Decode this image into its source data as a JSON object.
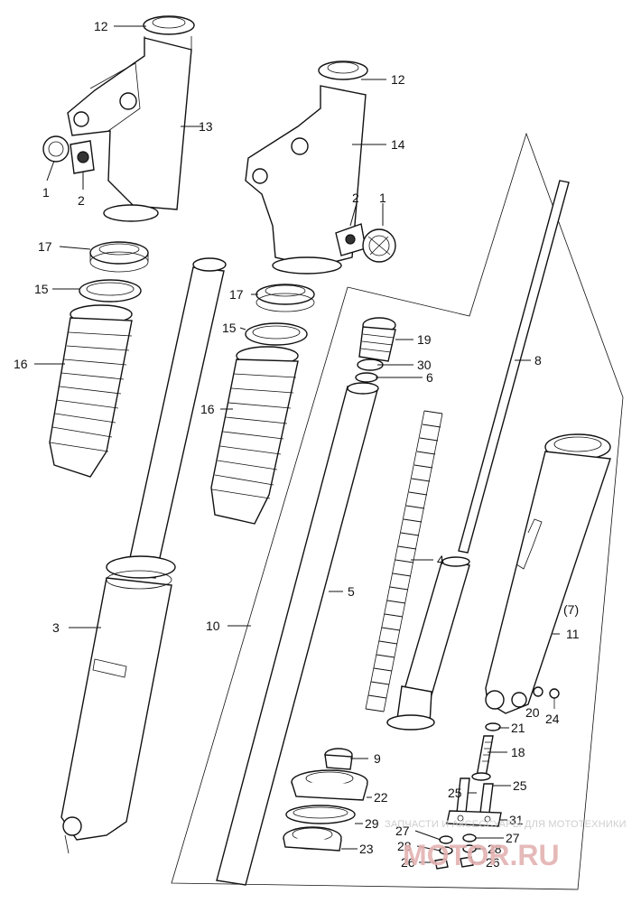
{
  "callouts": [
    {
      "id": "c12a",
      "text": "12"
    },
    {
      "id": "c13",
      "text": "13"
    },
    {
      "id": "c1a",
      "text": "1"
    },
    {
      "id": "c2a",
      "text": "2"
    },
    {
      "id": "c12b",
      "text": "12"
    },
    {
      "id": "c14",
      "text": "14"
    },
    {
      "id": "c2b",
      "text": "2"
    },
    {
      "id": "c1b",
      "text": "1"
    },
    {
      "id": "c17a",
      "text": "17"
    },
    {
      "id": "c15a",
      "text": "15"
    },
    {
      "id": "c16a",
      "text": "16"
    },
    {
      "id": "c17b",
      "text": "17"
    },
    {
      "id": "c15b",
      "text": "15"
    },
    {
      "id": "c16b",
      "text": "16"
    },
    {
      "id": "c19",
      "text": "19"
    },
    {
      "id": "c30",
      "text": "30"
    },
    {
      "id": "c6",
      "text": "6"
    },
    {
      "id": "c8",
      "text": "8"
    },
    {
      "id": "c4",
      "text": "4"
    },
    {
      "id": "c5",
      "text": "5"
    },
    {
      "id": "c3",
      "text": "3"
    },
    {
      "id": "c10",
      "text": "10"
    },
    {
      "id": "c7",
      "text": "(7)"
    },
    {
      "id": "c11",
      "text": "11"
    },
    {
      "id": "c20",
      "text": "20"
    },
    {
      "id": "c24",
      "text": "24"
    },
    {
      "id": "c21",
      "text": "21"
    },
    {
      "id": "c18",
      "text": "18"
    },
    {
      "id": "c9",
      "text": "9"
    },
    {
      "id": "c25a",
      "text": "25"
    },
    {
      "id": "c25b",
      "text": "25"
    },
    {
      "id": "c22",
      "text": "22"
    },
    {
      "id": "c31",
      "text": "31"
    },
    {
      "id": "c29",
      "text": "29"
    },
    {
      "id": "c27a",
      "text": "27"
    },
    {
      "id": "c27b",
      "text": "27"
    },
    {
      "id": "c23",
      "text": "23"
    },
    {
      "id": "c28a",
      "text": "28"
    },
    {
      "id": "c28b",
      "text": "28"
    },
    {
      "id": "c26a",
      "text": "26"
    },
    {
      "id": "c26b",
      "text": "26"
    }
  ],
  "watermark": {
    "tagline": "ЗАПЧАСТИ И АКСЕССУАРЫ ДЛЯ МОТОТЕХНИКИ",
    "logo": "MOTOR.RU"
  }
}
